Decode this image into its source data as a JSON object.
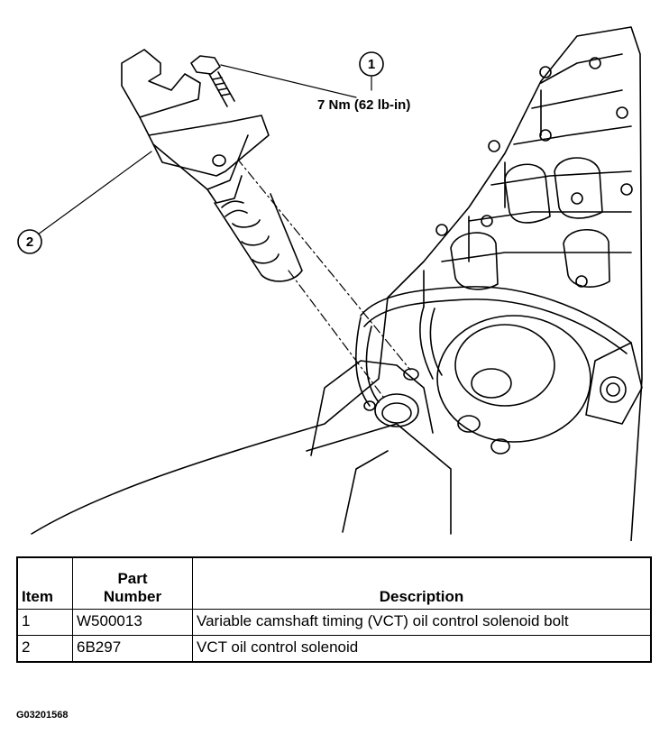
{
  "callouts": [
    {
      "number": "1",
      "label": "7 Nm (62 lb-in)"
    },
    {
      "number": "2",
      "label": ""
    }
  ],
  "table": {
    "headers": {
      "item": "Item",
      "part_number_line1": "Part",
      "part_number_line2": "Number",
      "description": "Description"
    },
    "rows": [
      {
        "item": "1",
        "part_number": "W500013",
        "description": "Variable camshaft timing (VCT) oil control solenoid bolt"
      },
      {
        "item": "2",
        "part_number": "6B297",
        "description": "VCT oil control solenoid"
      }
    ]
  },
  "figure_id": "G03201568"
}
